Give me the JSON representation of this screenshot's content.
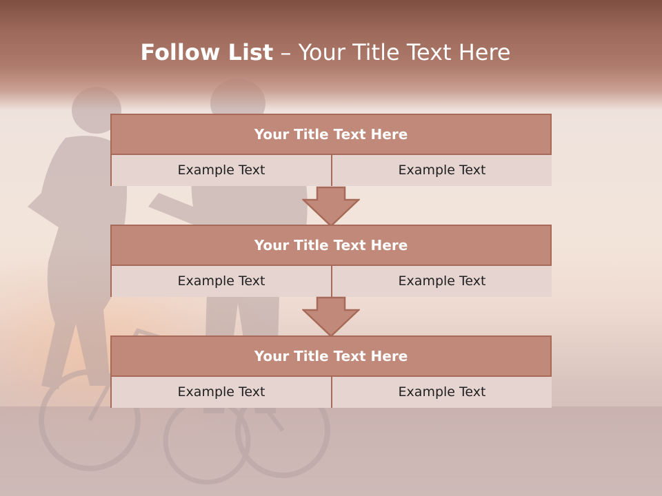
{
  "slide": {
    "title_bold": "Follow List",
    "title_rest": " – Your Title Text Here"
  },
  "steps": [
    {
      "title": "Your Title Text Here",
      "left": "Example Text",
      "right": "Example Text"
    },
    {
      "title": "Your Title Text Here",
      "left": "Example Text",
      "right": "Example Text"
    },
    {
      "title": "Your Title Text Here",
      "left": "Example Text",
      "right": "Example Text"
    }
  ],
  "colors": {
    "header": "#9e6a5c",
    "box_head": "#c0897a",
    "box_cell": "#e6d4d1",
    "border": "#a86a58"
  }
}
